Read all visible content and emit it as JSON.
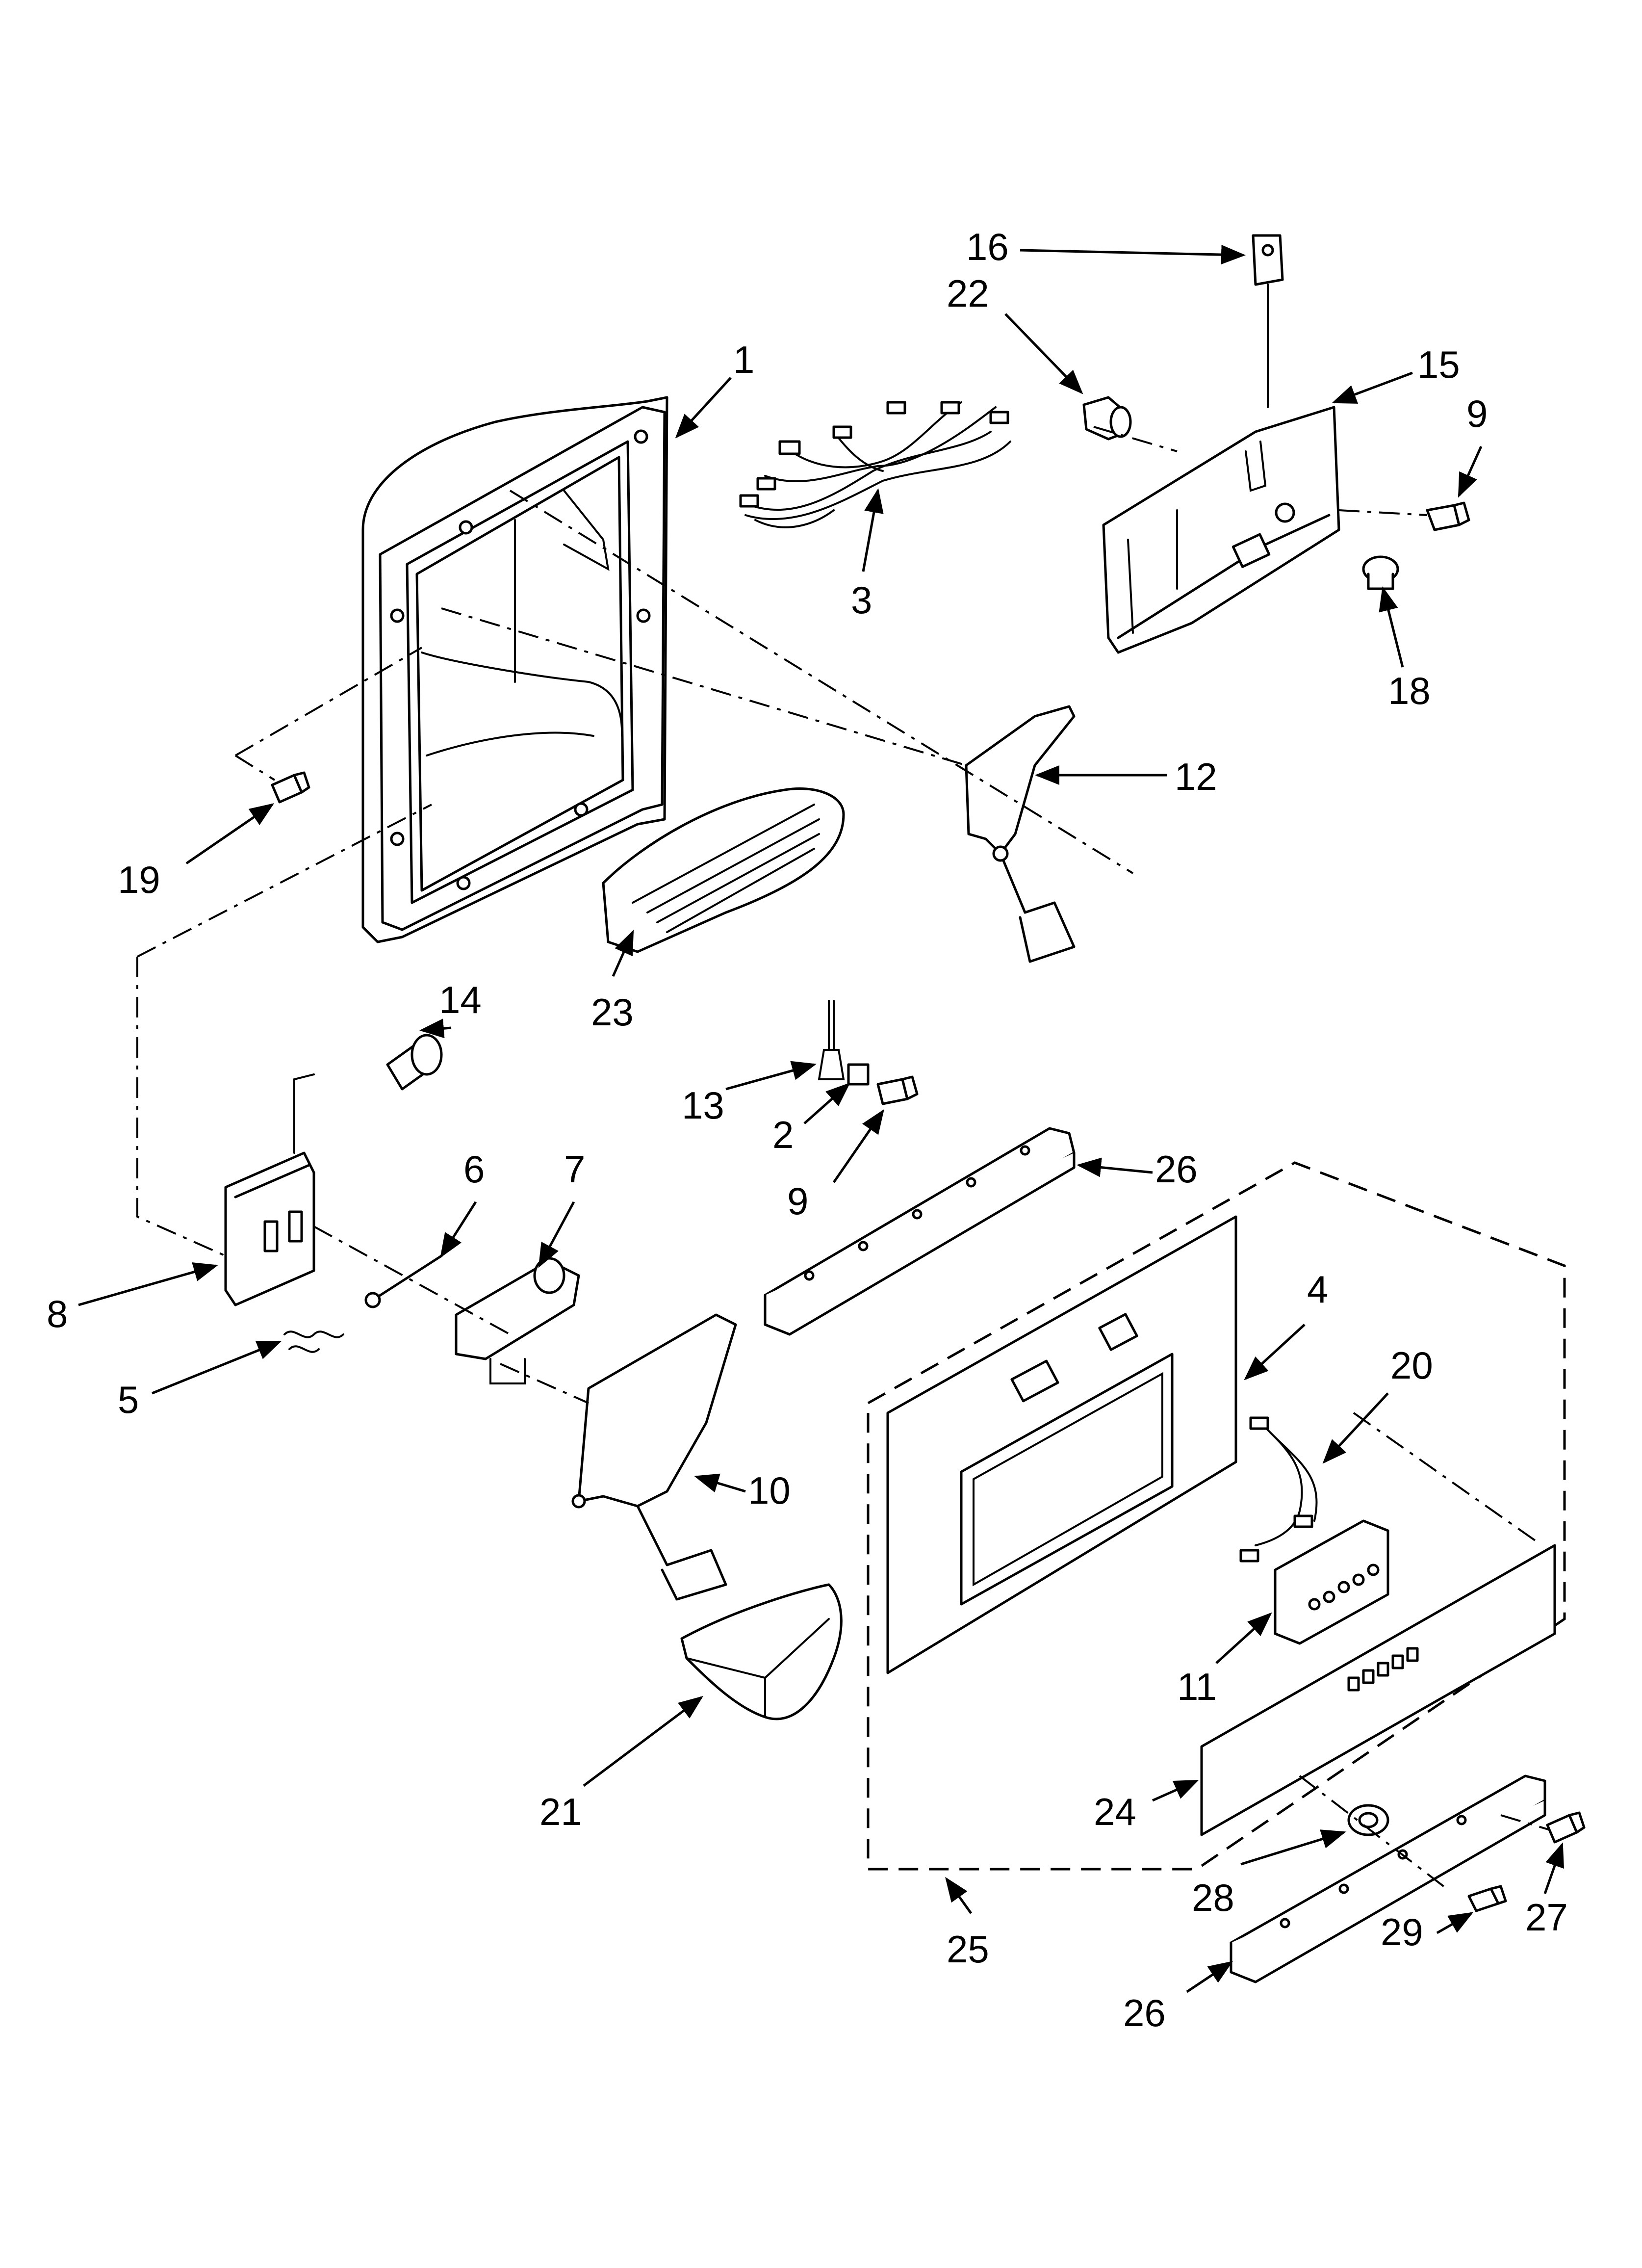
{
  "diagram": {
    "ink_color": "#000000",
    "background_color": "#ffffff",
    "callouts": [
      {
        "id": "1",
        "label": "1"
      },
      {
        "id": "16",
        "label": "16"
      },
      {
        "id": "22",
        "label": "22"
      },
      {
        "id": "15",
        "label": "15"
      },
      {
        "id": "9a",
        "label": "9"
      },
      {
        "id": "3",
        "label": "3"
      },
      {
        "id": "18",
        "label": "18"
      },
      {
        "id": "12",
        "label": "12"
      },
      {
        "id": "19",
        "label": "19"
      },
      {
        "id": "23",
        "label": "23"
      },
      {
        "id": "14",
        "label": "14"
      },
      {
        "id": "13",
        "label": "13"
      },
      {
        "id": "2",
        "label": "2"
      },
      {
        "id": "9b",
        "label": "9"
      },
      {
        "id": "26a",
        "label": "26"
      },
      {
        "id": "6",
        "label": "6"
      },
      {
        "id": "7",
        "label": "7"
      },
      {
        "id": "8",
        "label": "8"
      },
      {
        "id": "5",
        "label": "5"
      },
      {
        "id": "4",
        "label": "4"
      },
      {
        "id": "20",
        "label": "20"
      },
      {
        "id": "10",
        "label": "10"
      },
      {
        "id": "11",
        "label": "11"
      },
      {
        "id": "21",
        "label": "21"
      },
      {
        "id": "24",
        "label": "24"
      },
      {
        "id": "28",
        "label": "28"
      },
      {
        "id": "27",
        "label": "27"
      },
      {
        "id": "29",
        "label": "29"
      },
      {
        "id": "25",
        "label": "25"
      },
      {
        "id": "26b",
        "label": "26"
      }
    ]
  }
}
